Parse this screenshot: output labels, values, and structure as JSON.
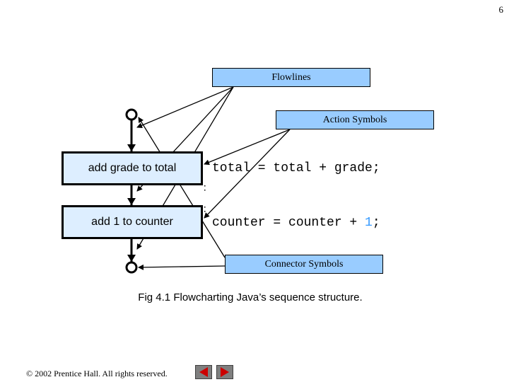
{
  "page_number": "6",
  "callouts": {
    "flowlines": "Flowlines",
    "action_symbols": "Action Symbols",
    "connector_symbols": "Connector Symbols"
  },
  "actions": [
    {
      "label": "add grade to total"
    },
    {
      "label": "add 1 to counter"
    }
  ],
  "code": {
    "line1": "total = total + grade;",
    "line2_prefix": "counter = counter + ",
    "line2_literal": "1",
    "line2_suffix": ";"
  },
  "caption": "Fig 4.1 Flowcharting Java’s sequence structure.",
  "copyright": "© 2002 Prentice Hall.  All rights reserved.",
  "nav": {
    "prev_icon": "triangle-left-icon",
    "next_icon": "triangle-right-icon"
  },
  "colors": {
    "callout_fill": "#99ccff",
    "action_fill": "#ddeeff",
    "code_literal": "#3399ff",
    "nav_arrow": "#cc0000"
  }
}
